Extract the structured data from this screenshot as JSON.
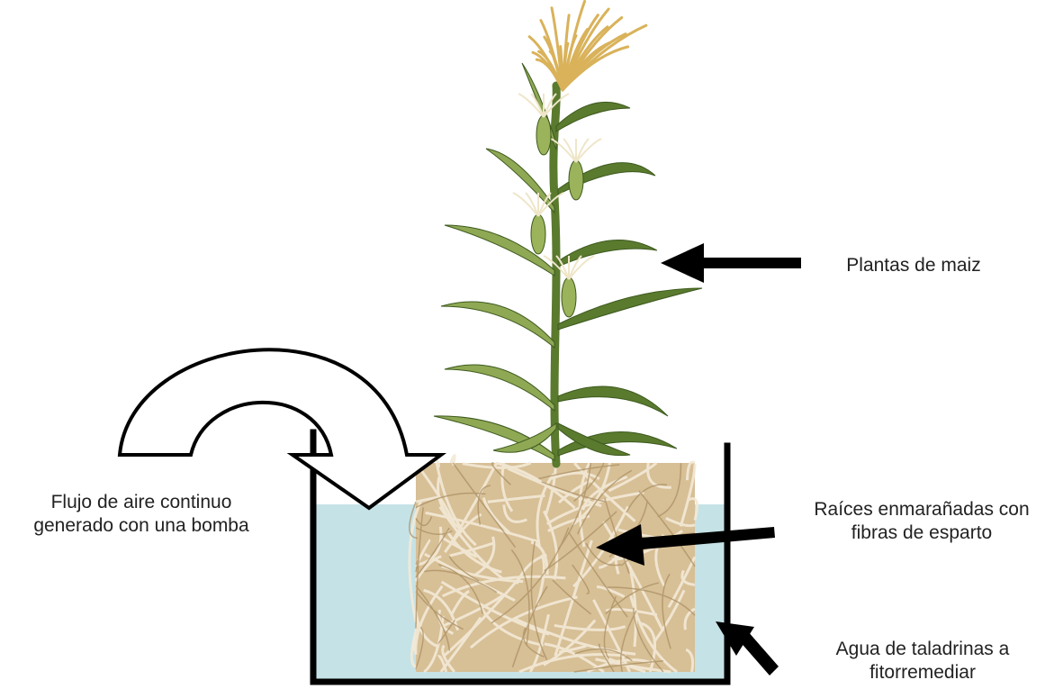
{
  "labels": {
    "plant": "Plantas de maiz",
    "air": {
      "line1": "Flujo de aire continuo",
      "line2": "generado con una bomba"
    },
    "roots": {
      "line1": "Raíces enmarañadas con",
      "line2": "fibras de esparto"
    },
    "water": {
      "line1": "Agua de taladrinas a",
      "line2": "fitorremediar"
    }
  },
  "colors": {
    "water": "#c5e2e6",
    "root_mass": "#d7bf96",
    "root_fiber": "#f3ead7",
    "leaf": "#5a7a2e",
    "leaf_light": "#8fa854",
    "tassel": "#d9b25a",
    "outline": "#000000"
  }
}
